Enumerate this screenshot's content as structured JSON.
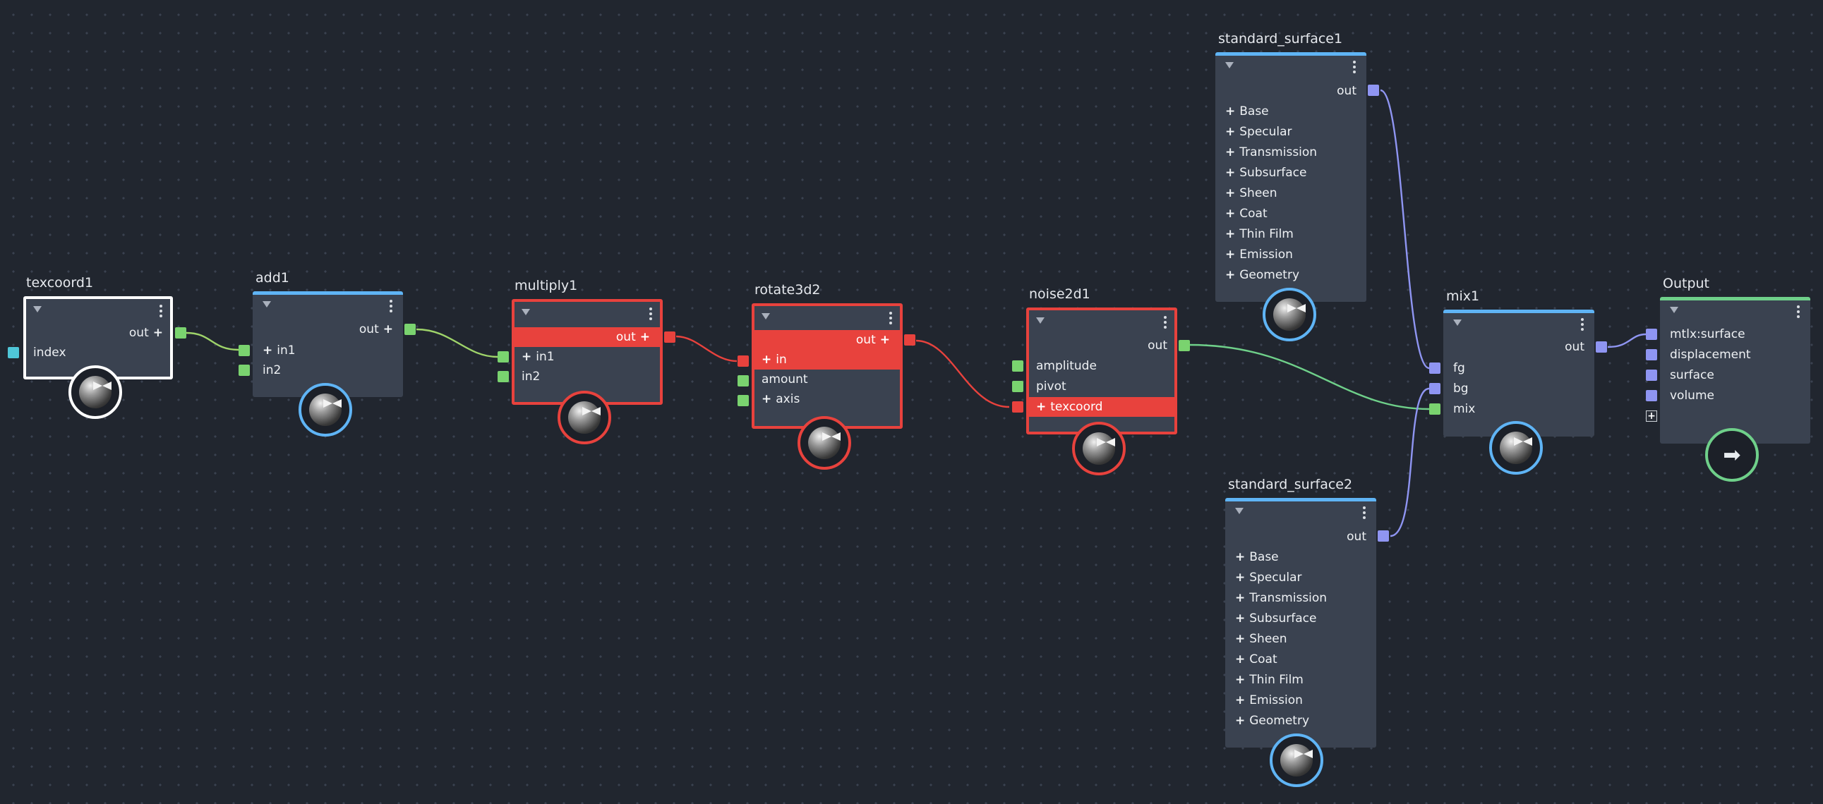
{
  "colors": {
    "canvas": "#21262f",
    "node": "#3a4250",
    "selected": "#e8423d",
    "blue_bar": "#5fb4f5",
    "green_bar": "#6fd08a",
    "port_green": "#7ad36f",
    "port_blue": "#8f95f2",
    "port_cyan": "#4fc6d8"
  },
  "icons": {
    "collapse": "triangle-down-icon",
    "menu": "kebab-menu-icon",
    "swatch": "material-preview-ball-icon",
    "output": "arrow-right-icon"
  },
  "nodes": {
    "texcoord1": {
      "title": "texcoord1",
      "out": "out",
      "inputs": [
        "index"
      ]
    },
    "add1": {
      "title": "add1",
      "out": "out",
      "inputs": [
        "in1",
        "in2"
      ]
    },
    "multiply1": {
      "title": "multiply1",
      "out": "out",
      "inputs": [
        "in1",
        "in2"
      ]
    },
    "rotate3d2": {
      "title": "rotate3d2",
      "out": "out",
      "inputs": [
        "in",
        "amount",
        "axis"
      ]
    },
    "noise2d1": {
      "title": "noise2d1",
      "out": "out",
      "inputs": [
        "amplitude",
        "pivot",
        "texcoord"
      ]
    },
    "standard_surface1": {
      "title": "standard_surface1",
      "out": "out",
      "groups": [
        "Base",
        "Specular",
        "Transmission",
        "Subsurface",
        "Sheen",
        "Coat",
        "Thin Film",
        "Emission",
        "Geometry"
      ]
    },
    "standard_surface2": {
      "title": "standard_surface2",
      "out": "out",
      "groups": [
        "Base",
        "Specular",
        "Transmission",
        "Subsurface",
        "Sheen",
        "Coat",
        "Thin Film",
        "Emission",
        "Geometry"
      ]
    },
    "mix1": {
      "title": "mix1",
      "out": "out",
      "inputs": [
        "fg",
        "bg",
        "mix"
      ]
    },
    "output": {
      "title": "Output",
      "inputs": [
        "mtlx:surface",
        "displacement",
        "surface",
        "volume"
      ]
    }
  }
}
